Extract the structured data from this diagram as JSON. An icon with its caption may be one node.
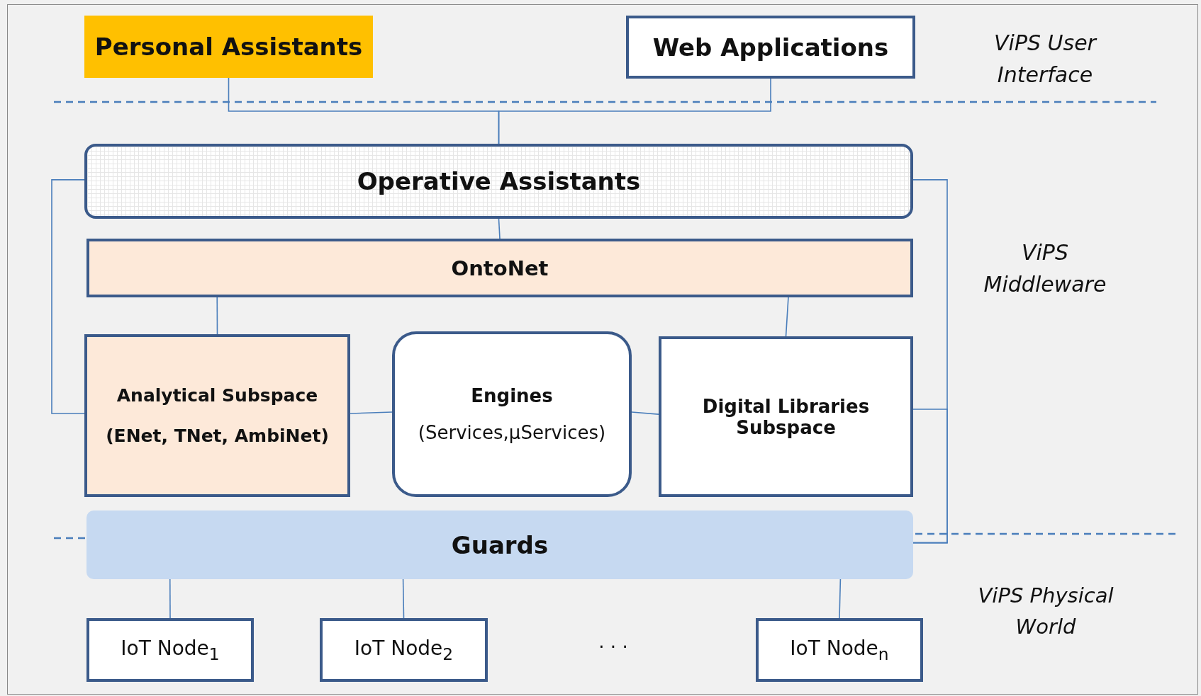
{
  "diagram": {
    "nodes": [
      {
        "text": [
          "Personal Assistants"
        ]
      },
      {
        "text": [
          "Web Applications"
        ]
      },
      {
        "text": [
          "Operative Assistants"
        ]
      },
      {
        "text": [
          "OntoNet"
        ]
      },
      {
        "text": [
          "Analytical Subspace",
          "(ENet, TNet, AmbiNet)"
        ]
      },
      {
        "text": [
          "Engines",
          "(Services,μServices)"
        ]
      },
      {
        "text": [
          "Digital Libraries Subspace"
        ]
      },
      {
        "text": [
          "Guards"
        ]
      },
      {
        "text": [
          "IoT Node$_{1}$"
        ]
      },
      {
        "text": [
          "IoT Node$_{2}$"
        ]
      },
      {
        "text": [
          "IoT Node$_{n}$"
        ]
      }
    ],
    "edges": [
      {
        "from": 0,
        "to": 2,
        "arrow": "none"
      },
      {
        "from": 1,
        "to": 2,
        "arrow": "none"
      },
      {
        "from": 2,
        "to": 3,
        "arrow": "none"
      },
      {
        "from": 3,
        "to": 4,
        "arrow": "none"
      },
      {
        "from": 3,
        "to": 6,
        "arrow": "none"
      },
      {
        "from": 4,
        "to": 5,
        "arrow": "none"
      },
      {
        "from": 5,
        "to": 6,
        "arrow": "none"
      },
      {
        "from": 2,
        "to": 4,
        "arrow": "none"
      },
      {
        "from": 2,
        "to": 7,
        "arrow": "none"
      },
      {
        "from": 6,
        "to": 7,
        "arrow": "none"
      },
      {
        "from": 7,
        "to": 8,
        "arrow": "none"
      },
      {
        "from": 7,
        "to": 9,
        "arrow": "none"
      },
      {
        "from": 7,
        "to": 10,
        "arrow": "none"
      }
    ],
    "labels": [
      "ViPS User Interface",
      "ViPS Middleware",
      "ViPS Physical World",
      "· · ·"
    ]
  }
}
